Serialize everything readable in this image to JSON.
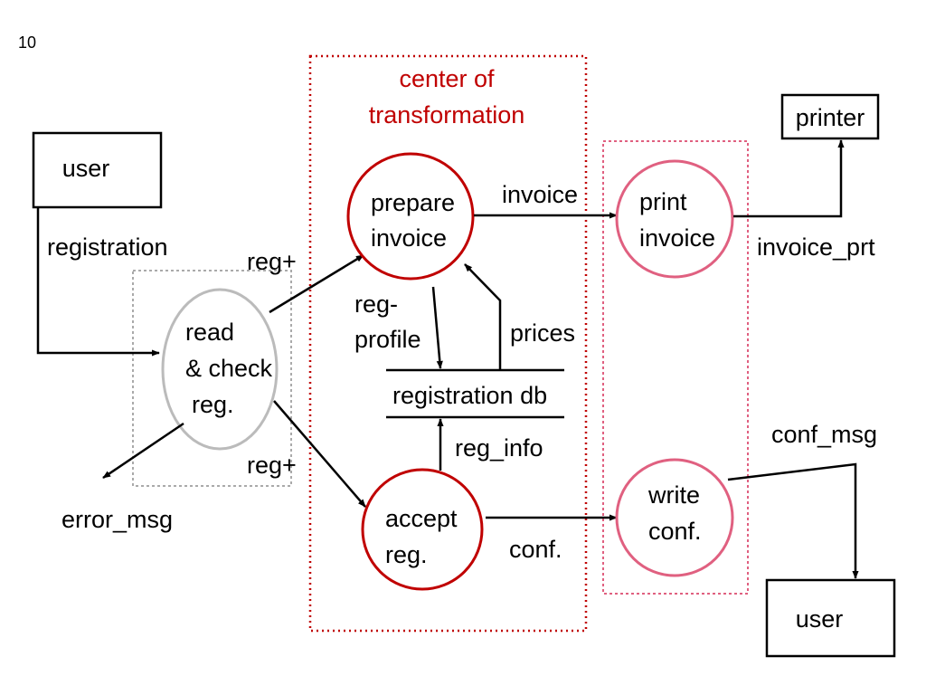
{
  "page_number": "10",
  "center": {
    "label_line1": "center of",
    "label_line2": "transformation"
  },
  "external": {
    "user_top": "user",
    "user_bottom": "user",
    "printer": "printer"
  },
  "processes": {
    "read_check": [
      "read",
      "& check",
      "reg."
    ],
    "prepare_invoice": [
      "prepare",
      "invoice"
    ],
    "accept_reg": [
      "accept",
      "reg."
    ],
    "print_invoice": [
      "print",
      "invoice"
    ],
    "write_conf": [
      "write",
      "conf."
    ]
  },
  "datastore": {
    "name": "registration db"
  },
  "flows": {
    "registration": "registration",
    "error_msg": "error_msg",
    "reg_plus_top": "reg+",
    "reg_plus_bottom": "reg+",
    "invoice": "invoice",
    "reg_profile_1": "reg-",
    "reg_profile_2": "profile",
    "prices": "prices",
    "reg_info": "reg_info",
    "conf": "conf.",
    "invoice_prt": "invoice_prt",
    "conf_msg": "conf_msg"
  },
  "colors": {
    "center_border": "#c00000",
    "process_dark_red": "#c00000",
    "process_pink": "#e06080",
    "process_gray": "#bbbbbb",
    "boundary_gray": "#aaaaaa",
    "boundary_pink": "#e06080"
  }
}
